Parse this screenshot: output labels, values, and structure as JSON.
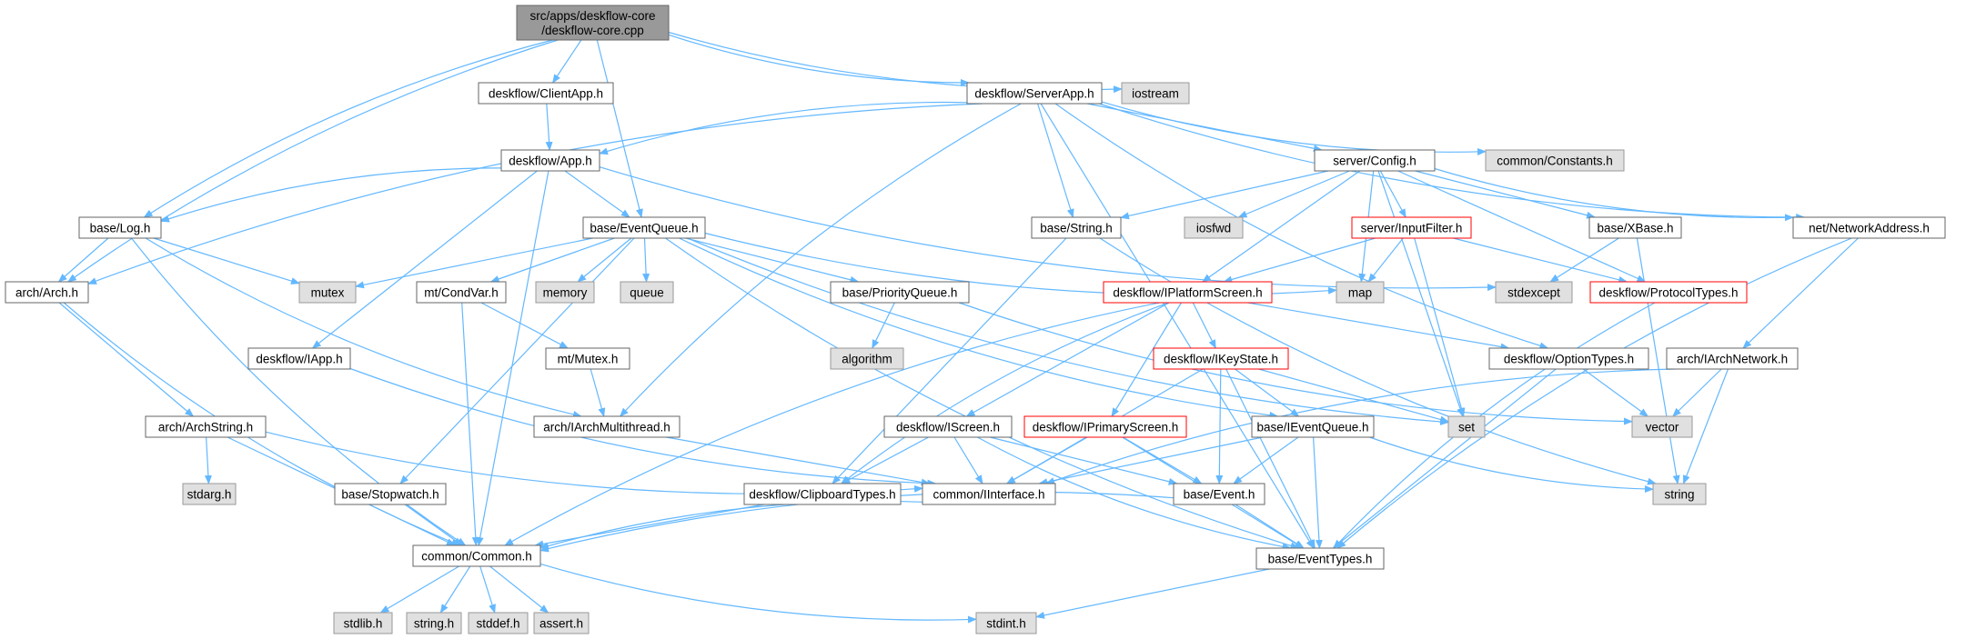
{
  "nodes": [
    {
      "id": "root",
      "lines": [
        "src/apps/deskflow-core",
        "/deskflow-core.cpp"
      ],
      "style": "root"
    },
    {
      "id": "iostream",
      "lines": [
        "iostream"
      ],
      "style": "sys"
    },
    {
      "id": "clientapp",
      "lines": [
        "deskflow/ClientApp.h"
      ],
      "style": "normal"
    },
    {
      "id": "serverapp",
      "lines": [
        "deskflow/ServerApp.h"
      ],
      "style": "normal"
    },
    {
      "id": "app",
      "lines": [
        "deskflow/App.h"
      ],
      "style": "normal"
    },
    {
      "id": "constants",
      "lines": [
        "common/Constants.h"
      ],
      "style": "sys"
    },
    {
      "id": "config",
      "lines": [
        "server/Config.h"
      ],
      "style": "normal"
    },
    {
      "id": "log",
      "lines": [
        "base/Log.h"
      ],
      "style": "normal"
    },
    {
      "id": "eventqueue",
      "lines": [
        "base/EventQueue.h"
      ],
      "style": "normal"
    },
    {
      "id": "string_h",
      "lines": [
        "base/String.h"
      ],
      "style": "normal"
    },
    {
      "id": "iosfwd",
      "lines": [
        "iosfwd"
      ],
      "style": "sys"
    },
    {
      "id": "inputfilter",
      "lines": [
        "server/InputFilter.h"
      ],
      "style": "red"
    },
    {
      "id": "xbase",
      "lines": [
        "base/XBase.h"
      ],
      "style": "normal"
    },
    {
      "id": "netaddr",
      "lines": [
        "net/NetworkAddress.h"
      ],
      "style": "normal"
    },
    {
      "id": "arch",
      "lines": [
        "arch/Arch.h"
      ],
      "style": "normal"
    },
    {
      "id": "mutex",
      "lines": [
        "mutex"
      ],
      "style": "sys"
    },
    {
      "id": "condvar",
      "lines": [
        "mt/CondVar.h"
      ],
      "style": "normal"
    },
    {
      "id": "memory",
      "lines": [
        "memory"
      ],
      "style": "sys"
    },
    {
      "id": "queue",
      "lines": [
        "queue"
      ],
      "style": "sys"
    },
    {
      "id": "pqueue",
      "lines": [
        "base/PriorityQueue.h"
      ],
      "style": "normal"
    },
    {
      "id": "map",
      "lines": [
        "map"
      ],
      "style": "sys"
    },
    {
      "id": "iplatform",
      "lines": [
        "deskflow/IPlatformScreen.h"
      ],
      "style": "red"
    },
    {
      "id": "stdexcept",
      "lines": [
        "stdexcept"
      ],
      "style": "sys"
    },
    {
      "id": "protocoltypes",
      "lines": [
        "deskflow/ProtocolTypes.h"
      ],
      "style": "red"
    },
    {
      "id": "iapp",
      "lines": [
        "deskflow/IApp.h"
      ],
      "style": "normal"
    },
    {
      "id": "mtmutex",
      "lines": [
        "mt/Mutex.h"
      ],
      "style": "normal"
    },
    {
      "id": "algorithm",
      "lines": [
        "algorithm"
      ],
      "style": "sys"
    },
    {
      "id": "ikeystate",
      "lines": [
        "deskflow/IKeyState.h"
      ],
      "style": "red"
    },
    {
      "id": "optiontypes",
      "lines": [
        "deskflow/OptionTypes.h"
      ],
      "style": "normal"
    },
    {
      "id": "iarchnet",
      "lines": [
        "arch/IArchNetwork.h"
      ],
      "style": "normal"
    },
    {
      "id": "archstring",
      "lines": [
        "arch/ArchString.h"
      ],
      "style": "normal"
    },
    {
      "id": "iarchmt",
      "lines": [
        "arch/IArchMultithread.h"
      ],
      "style": "normal"
    },
    {
      "id": "iscreen",
      "lines": [
        "deskflow/IScreen.h"
      ],
      "style": "normal"
    },
    {
      "id": "iprimary",
      "lines": [
        "deskflow/IPrimaryScreen.h"
      ],
      "style": "red"
    },
    {
      "id": "ieventqueue",
      "lines": [
        "base/IEventQueue.h"
      ],
      "style": "normal"
    },
    {
      "id": "set",
      "lines": [
        "set"
      ],
      "style": "sys"
    },
    {
      "id": "vector",
      "lines": [
        "vector"
      ],
      "style": "sys"
    },
    {
      "id": "stdarg",
      "lines": [
        "stdarg.h"
      ],
      "style": "sys"
    },
    {
      "id": "stopwatch",
      "lines": [
        "base/Stopwatch.h"
      ],
      "style": "normal"
    },
    {
      "id": "clipboard",
      "lines": [
        "deskflow/ClipboardTypes.h"
      ],
      "style": "normal"
    },
    {
      "id": "iinterface",
      "lines": [
        "common/IInterface.h"
      ],
      "style": "normal"
    },
    {
      "id": "event",
      "lines": [
        "base/Event.h"
      ],
      "style": "normal"
    },
    {
      "id": "string",
      "lines": [
        "string"
      ],
      "style": "sys"
    },
    {
      "id": "common",
      "lines": [
        "common/Common.h"
      ],
      "style": "normal"
    },
    {
      "id": "eventtypes",
      "lines": [
        "base/EventTypes.h"
      ],
      "style": "normal"
    },
    {
      "id": "stdlib",
      "lines": [
        "stdlib.h"
      ],
      "style": "sys"
    },
    {
      "id": "string_dot_h",
      "lines": [
        "string.h"
      ],
      "style": "sys"
    },
    {
      "id": "stddef",
      "lines": [
        "stddef.h"
      ],
      "style": "sys"
    },
    {
      "id": "assert",
      "lines": [
        "assert.h"
      ],
      "style": "sys"
    },
    {
      "id": "stdint",
      "lines": [
        "stdint.h"
      ],
      "style": "sys"
    }
  ],
  "edges": [
    [
      "root",
      "clientapp"
    ],
    [
      "root",
      "serverapp"
    ],
    [
      "root",
      "iostream"
    ],
    [
      "root",
      "log"
    ],
    [
      "root",
      "eventqueue"
    ],
    [
      "root",
      "arch"
    ],
    [
      "clientapp",
      "app"
    ],
    [
      "serverapp",
      "app"
    ],
    [
      "serverapp",
      "constants"
    ],
    [
      "serverapp",
      "config"
    ],
    [
      "serverapp",
      "string_h"
    ],
    [
      "serverapp",
      "netaddr"
    ],
    [
      "serverapp",
      "arch"
    ],
    [
      "serverapp",
      "iarchmt"
    ],
    [
      "serverapp",
      "optiontypes"
    ],
    [
      "serverapp",
      "eventtypes"
    ],
    [
      "app",
      "log"
    ],
    [
      "app",
      "eventqueue"
    ],
    [
      "app",
      "iapp"
    ],
    [
      "app",
      "common"
    ],
    [
      "app",
      "stdexcept"
    ],
    [
      "config",
      "string_h"
    ],
    [
      "config",
      "iosfwd"
    ],
    [
      "config",
      "inputfilter"
    ],
    [
      "config",
      "xbase"
    ],
    [
      "config",
      "netaddr"
    ],
    [
      "config",
      "map"
    ],
    [
      "config",
      "iplatform"
    ],
    [
      "config",
      "protocoltypes"
    ],
    [
      "config",
      "set"
    ],
    [
      "log",
      "arch"
    ],
    [
      "log",
      "mutex"
    ],
    [
      "log",
      "iarchmt"
    ],
    [
      "log",
      "common"
    ],
    [
      "eventqueue",
      "mutex"
    ],
    [
      "eventqueue",
      "condvar"
    ],
    [
      "eventqueue",
      "memory"
    ],
    [
      "eventqueue",
      "queue"
    ],
    [
      "eventqueue",
      "pqueue"
    ],
    [
      "eventqueue",
      "map"
    ],
    [
      "eventqueue",
      "stopwatch"
    ],
    [
      "eventqueue",
      "ieventqueue"
    ],
    [
      "eventqueue",
      "set"
    ],
    [
      "eventqueue",
      "eventtypes"
    ],
    [
      "string_h",
      "clipboard"
    ],
    [
      "string_h",
      "string"
    ],
    [
      "inputfilter",
      "map"
    ],
    [
      "inputfilter",
      "iplatform"
    ],
    [
      "inputfilter",
      "protocoltypes"
    ],
    [
      "inputfilter",
      "set"
    ],
    [
      "xbase",
      "stdexcept"
    ],
    [
      "xbase",
      "string"
    ],
    [
      "netaddr",
      "iarchnet"
    ],
    [
      "netaddr",
      "eventtypes"
    ],
    [
      "arch",
      "archstring"
    ],
    [
      "arch",
      "common"
    ],
    [
      "condvar",
      "mtmutex"
    ],
    [
      "condvar",
      "common"
    ],
    [
      "pqueue",
      "algorithm"
    ],
    [
      "pqueue",
      "vector"
    ],
    [
      "iplatform",
      "ikeystate"
    ],
    [
      "iplatform",
      "iprimary"
    ],
    [
      "iplatform",
      "iscreen"
    ],
    [
      "iplatform",
      "optiontypes"
    ],
    [
      "iplatform",
      "clipboard"
    ],
    [
      "iplatform",
      "common"
    ],
    [
      "protocoltypes",
      "eventtypes"
    ],
    [
      "iapp",
      "iinterface"
    ],
    [
      "mtmutex",
      "iarchmt"
    ],
    [
      "ikeystate",
      "ieventqueue"
    ],
    [
      "ikeystate",
      "event"
    ],
    [
      "ikeystate",
      "set"
    ],
    [
      "ikeystate",
      "iinterface"
    ],
    [
      "ikeystate",
      "eventtypes"
    ],
    [
      "optiontypes",
      "vector"
    ],
    [
      "optiontypes",
      "eventtypes"
    ],
    [
      "iarchnet",
      "vector"
    ],
    [
      "iarchnet",
      "string"
    ],
    [
      "iarchnet",
      "iinterface"
    ],
    [
      "archstring",
      "stdarg"
    ],
    [
      "archstring",
      "common"
    ],
    [
      "archstring",
      "iinterface"
    ],
    [
      "iarchmt",
      "iinterface"
    ],
    [
      "iscreen",
      "clipboard"
    ],
    [
      "iscreen",
      "iinterface"
    ],
    [
      "iscreen",
      "event"
    ],
    [
      "iscreen",
      "eventtypes"
    ],
    [
      "iprimary",
      "iinterface"
    ],
    [
      "iprimary",
      "event"
    ],
    [
      "iprimary",
      "eventtypes"
    ],
    [
      "ieventqueue",
      "event"
    ],
    [
      "ieventqueue",
      "eventtypes"
    ],
    [
      "ieventqueue",
      "iinterface"
    ],
    [
      "ieventqueue",
      "string"
    ],
    [
      "stopwatch",
      "common"
    ],
    [
      "clipboard",
      "common"
    ],
    [
      "iinterface",
      "common"
    ],
    [
      "event",
      "common"
    ],
    [
      "event",
      "eventtypes"
    ],
    [
      "common",
      "stdlib"
    ],
    [
      "common",
      "string_dot_h"
    ],
    [
      "common",
      "stddef"
    ],
    [
      "common",
      "assert"
    ],
    [
      "common",
      "stdint"
    ],
    [
      "eventtypes",
      "stdint"
    ]
  ],
  "colors": {
    "edge": "#63b8ff",
    "node_border": "#666666",
    "node_fill": "#ffffff",
    "sys_fill": "#e0e0e0",
    "sys_border": "#999999",
    "root_fill": "#999999",
    "red_border": "#ff0000"
  }
}
